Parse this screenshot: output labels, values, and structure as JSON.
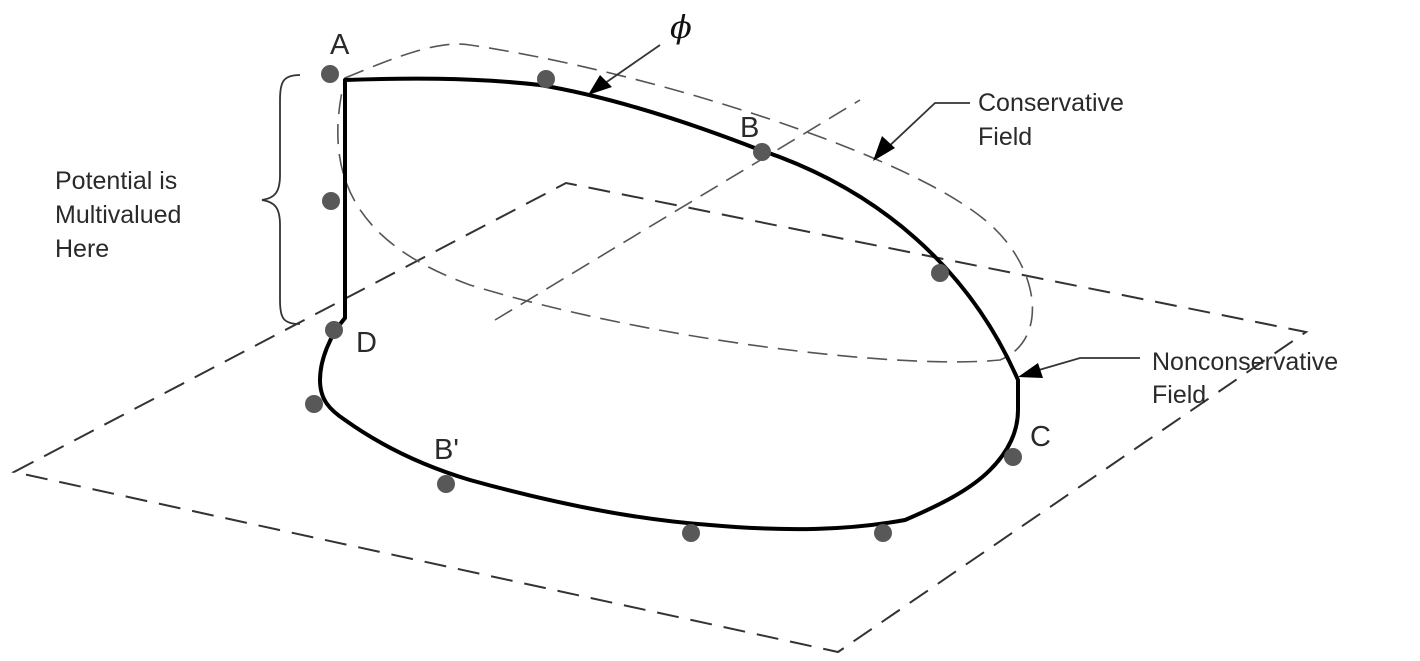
{
  "labels": {
    "A": "A",
    "B": "B",
    "B_prime": "B'",
    "C": "C",
    "D": "D",
    "phi": "ϕ"
  },
  "annotations": {
    "potential_multivalued": [
      "Potential is",
      "Multivalued",
      "Here"
    ],
    "conservative_field": [
      "Conservative",
      "Field"
    ],
    "nonconservative_field": [
      "Nonconservative",
      "Field"
    ]
  },
  "colors": {
    "curve": "#000000",
    "dashed": "#333333",
    "dots": "#585858",
    "text": "#2a2a2a"
  }
}
